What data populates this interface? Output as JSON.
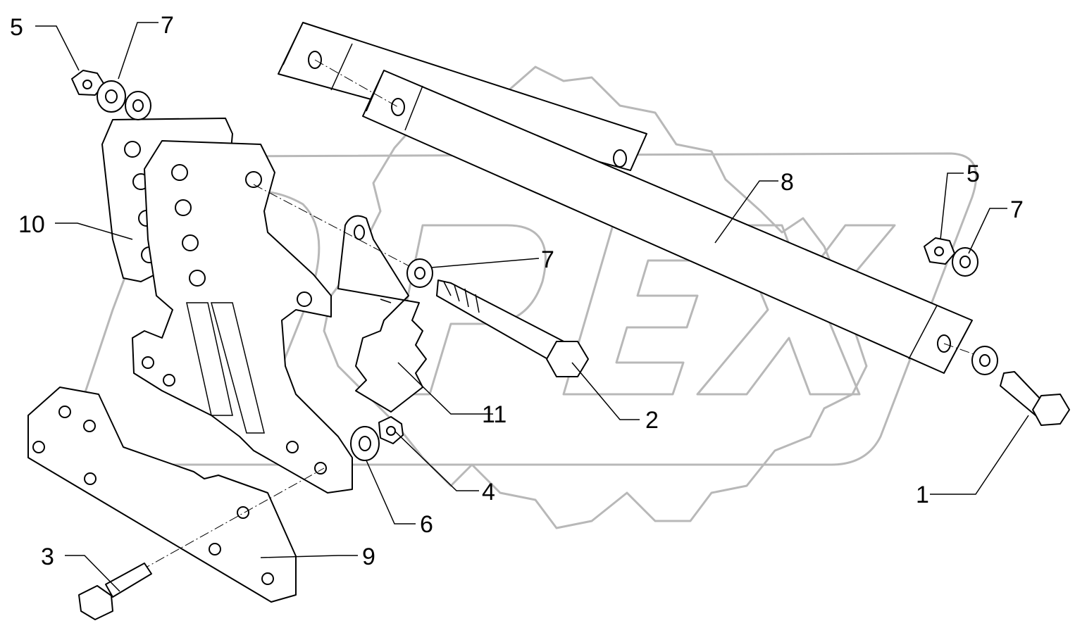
{
  "diagram": {
    "watermark": "OPEX",
    "colors": {
      "line": "#000000",
      "watermark": "#b8b8b8",
      "background": "#ffffff"
    },
    "callouts": [
      {
        "key": "c5a",
        "label": "5"
      },
      {
        "key": "c7a",
        "label": "7"
      },
      {
        "key": "c10",
        "label": "10"
      },
      {
        "key": "c7b",
        "label": "7"
      },
      {
        "key": "c8",
        "label": "8"
      },
      {
        "key": "c5b",
        "label": "5"
      },
      {
        "key": "c7c",
        "label": "7"
      },
      {
        "key": "c11",
        "label": "11"
      },
      {
        "key": "c2",
        "label": "2"
      },
      {
        "key": "c4",
        "label": "4"
      },
      {
        "key": "c6",
        "label": "6"
      },
      {
        "key": "c1",
        "label": "1"
      },
      {
        "key": "c3",
        "label": "3"
      },
      {
        "key": "c9",
        "label": "9"
      }
    ]
  }
}
